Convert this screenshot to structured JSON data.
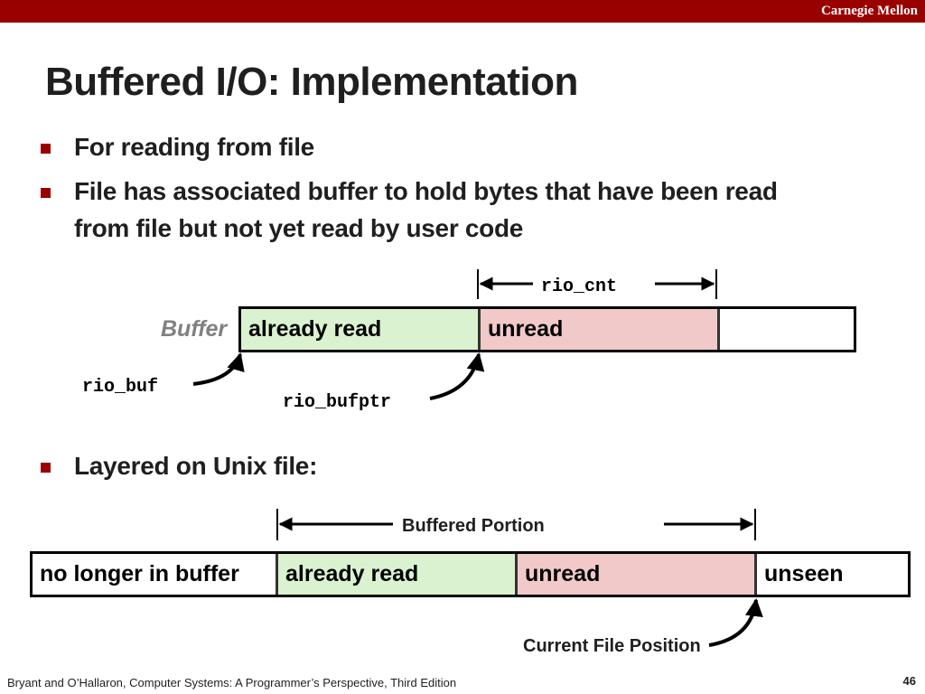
{
  "header": {
    "brand": "Carnegie Mellon"
  },
  "slide": {
    "title": "Buffered I/O: Implementation",
    "bullets": [
      "For reading from file",
      "File has associated buffer to hold bytes that have been read",
      "from file but not yet read by user code",
      "Layered on Unix file:"
    ]
  },
  "diagram1": {
    "buffer_label": "Buffer",
    "cells": [
      "already read",
      "unread",
      ""
    ],
    "rio_cnt": "rio_cnt",
    "rio_buf": "rio_buf",
    "rio_bufptr": "rio_bufptr"
  },
  "diagram2": {
    "cells": [
      "no longer in buffer",
      "already read",
      "unread",
      "unseen"
    ],
    "buffered_portion": "Buffered Portion",
    "current_file_position": "Current File Position"
  },
  "colors": {
    "brand": "#990000",
    "green": "#daf2d0",
    "pink": "#f1c9c9"
  },
  "footer": {
    "citation": "Bryant and O’Hallaron, Computer Systems: A Programmer’s Perspective, Third Edition",
    "page_number": "46"
  }
}
